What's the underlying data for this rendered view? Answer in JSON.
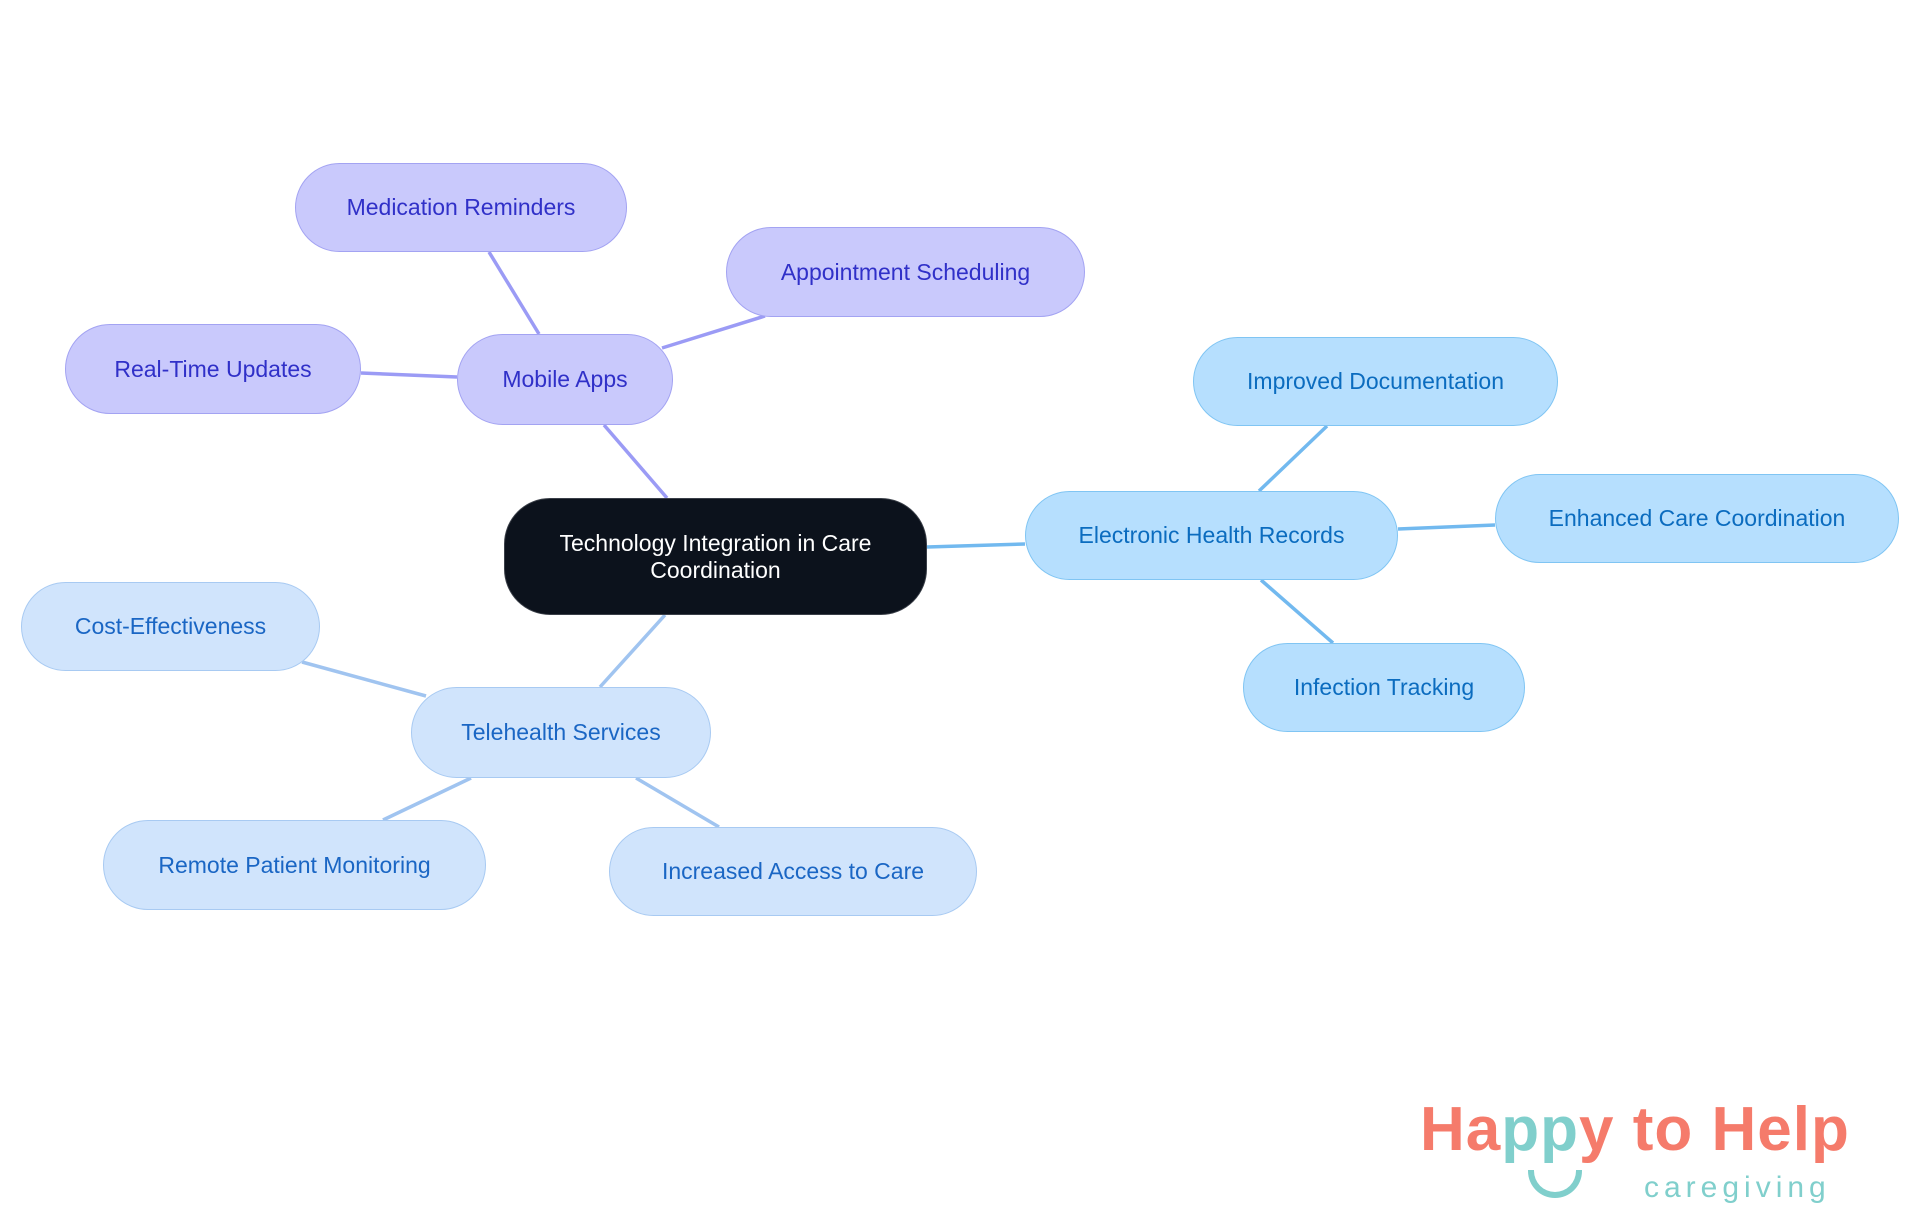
{
  "root": {
    "label": "Technology Integration in Care Coordination"
  },
  "branches": [
    {
      "label": "Mobile Apps",
      "color": "#c9c9fc",
      "edge_color": "#9b9bf5",
      "children": [
        "Medication Reminders",
        "Appointment Scheduling",
        "Real-Time Updates"
      ]
    },
    {
      "label": "Electronic Health Records",
      "color": "#b6dffe",
      "edge_color": "#72b9ef",
      "children": [
        "Improved Documentation",
        "Enhanced Care Coordination",
        "Infection Tracking"
      ]
    },
    {
      "label": "Telehealth Services",
      "color": "#d0e4fc",
      "edge_color": "#a0c4f0",
      "children": [
        "Cost-Effectiveness",
        "Remote Patient Monitoring",
        "Increased Access to Care"
      ]
    }
  ],
  "logo": {
    "part1": "Ha",
    "part2": "pp",
    "part3": "y to Help",
    "tagline": "caregiving"
  }
}
